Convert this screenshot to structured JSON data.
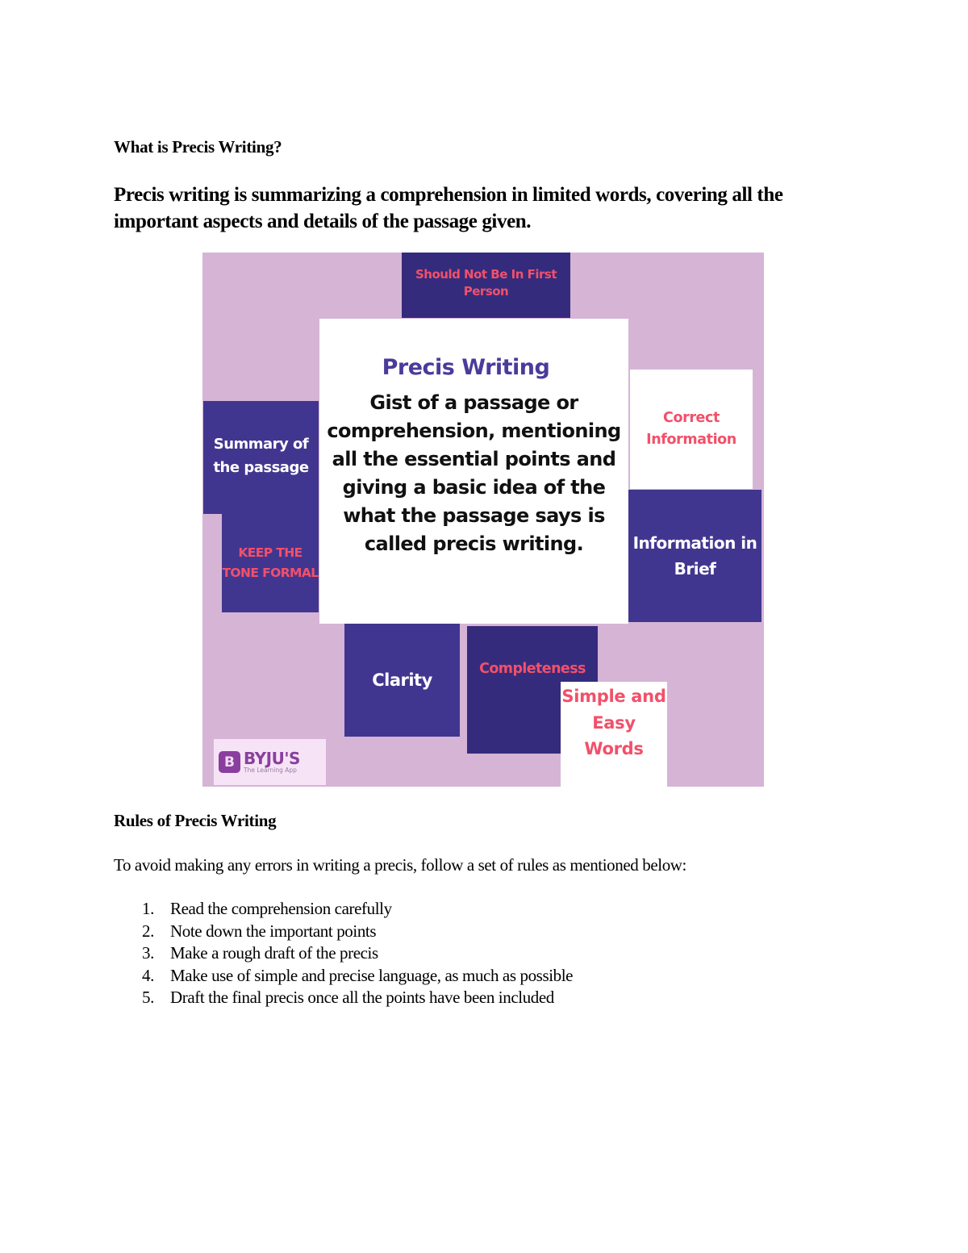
{
  "heading_1": "What is Precis Writing?",
  "intro_paragraph": "Precis writing is summarizing a comprehension in limited words, covering all the important aspects and details of the passage given.",
  "infographic": {
    "colors": {
      "background": "#d6b4d6",
      "dark_box_1": "#352b7c",
      "dark_box_2": "#41368f",
      "accent_pink": "#f2506a",
      "title_purple": "#4a3b9b",
      "logo_purple": "#8a3f9e"
    },
    "center_title": "Precis Writing",
    "center_body": "Gist of a passage or comprehension, mentioning all the essential points and giving a basic idea of the what the passage says is called precis writing.",
    "tiles": {
      "first_person": "Should Not Be In First Person",
      "summary": "Summary of the passage",
      "tone": "KEEP THE TONE FORMAL",
      "correct": "Correct Information",
      "brief": "Information in Brief",
      "clarity": "Clarity",
      "completeness": "Completeness",
      "simple": "Simple and Easy Words"
    },
    "logo": {
      "mark": "B",
      "name": "BYJU'S",
      "tagline": "The Learning App"
    }
  },
  "heading_2": "Rules of Precis Writing",
  "rules_intro": "To avoid making any errors in writing a precis, follow a set of rules as mentioned below:",
  "rules": [
    {
      "num": "1.",
      "text": "Read the comprehension carefully"
    },
    {
      "num": "2.",
      "text": "Note down the important points"
    },
    {
      "num": "3.",
      "text": "Make a rough draft of the precis"
    },
    {
      "num": "4.",
      "text": "Make use of simple and precise language, as much as possible"
    },
    {
      "num": "5.",
      "text": "Draft the final precis once all the points have been included"
    }
  ]
}
